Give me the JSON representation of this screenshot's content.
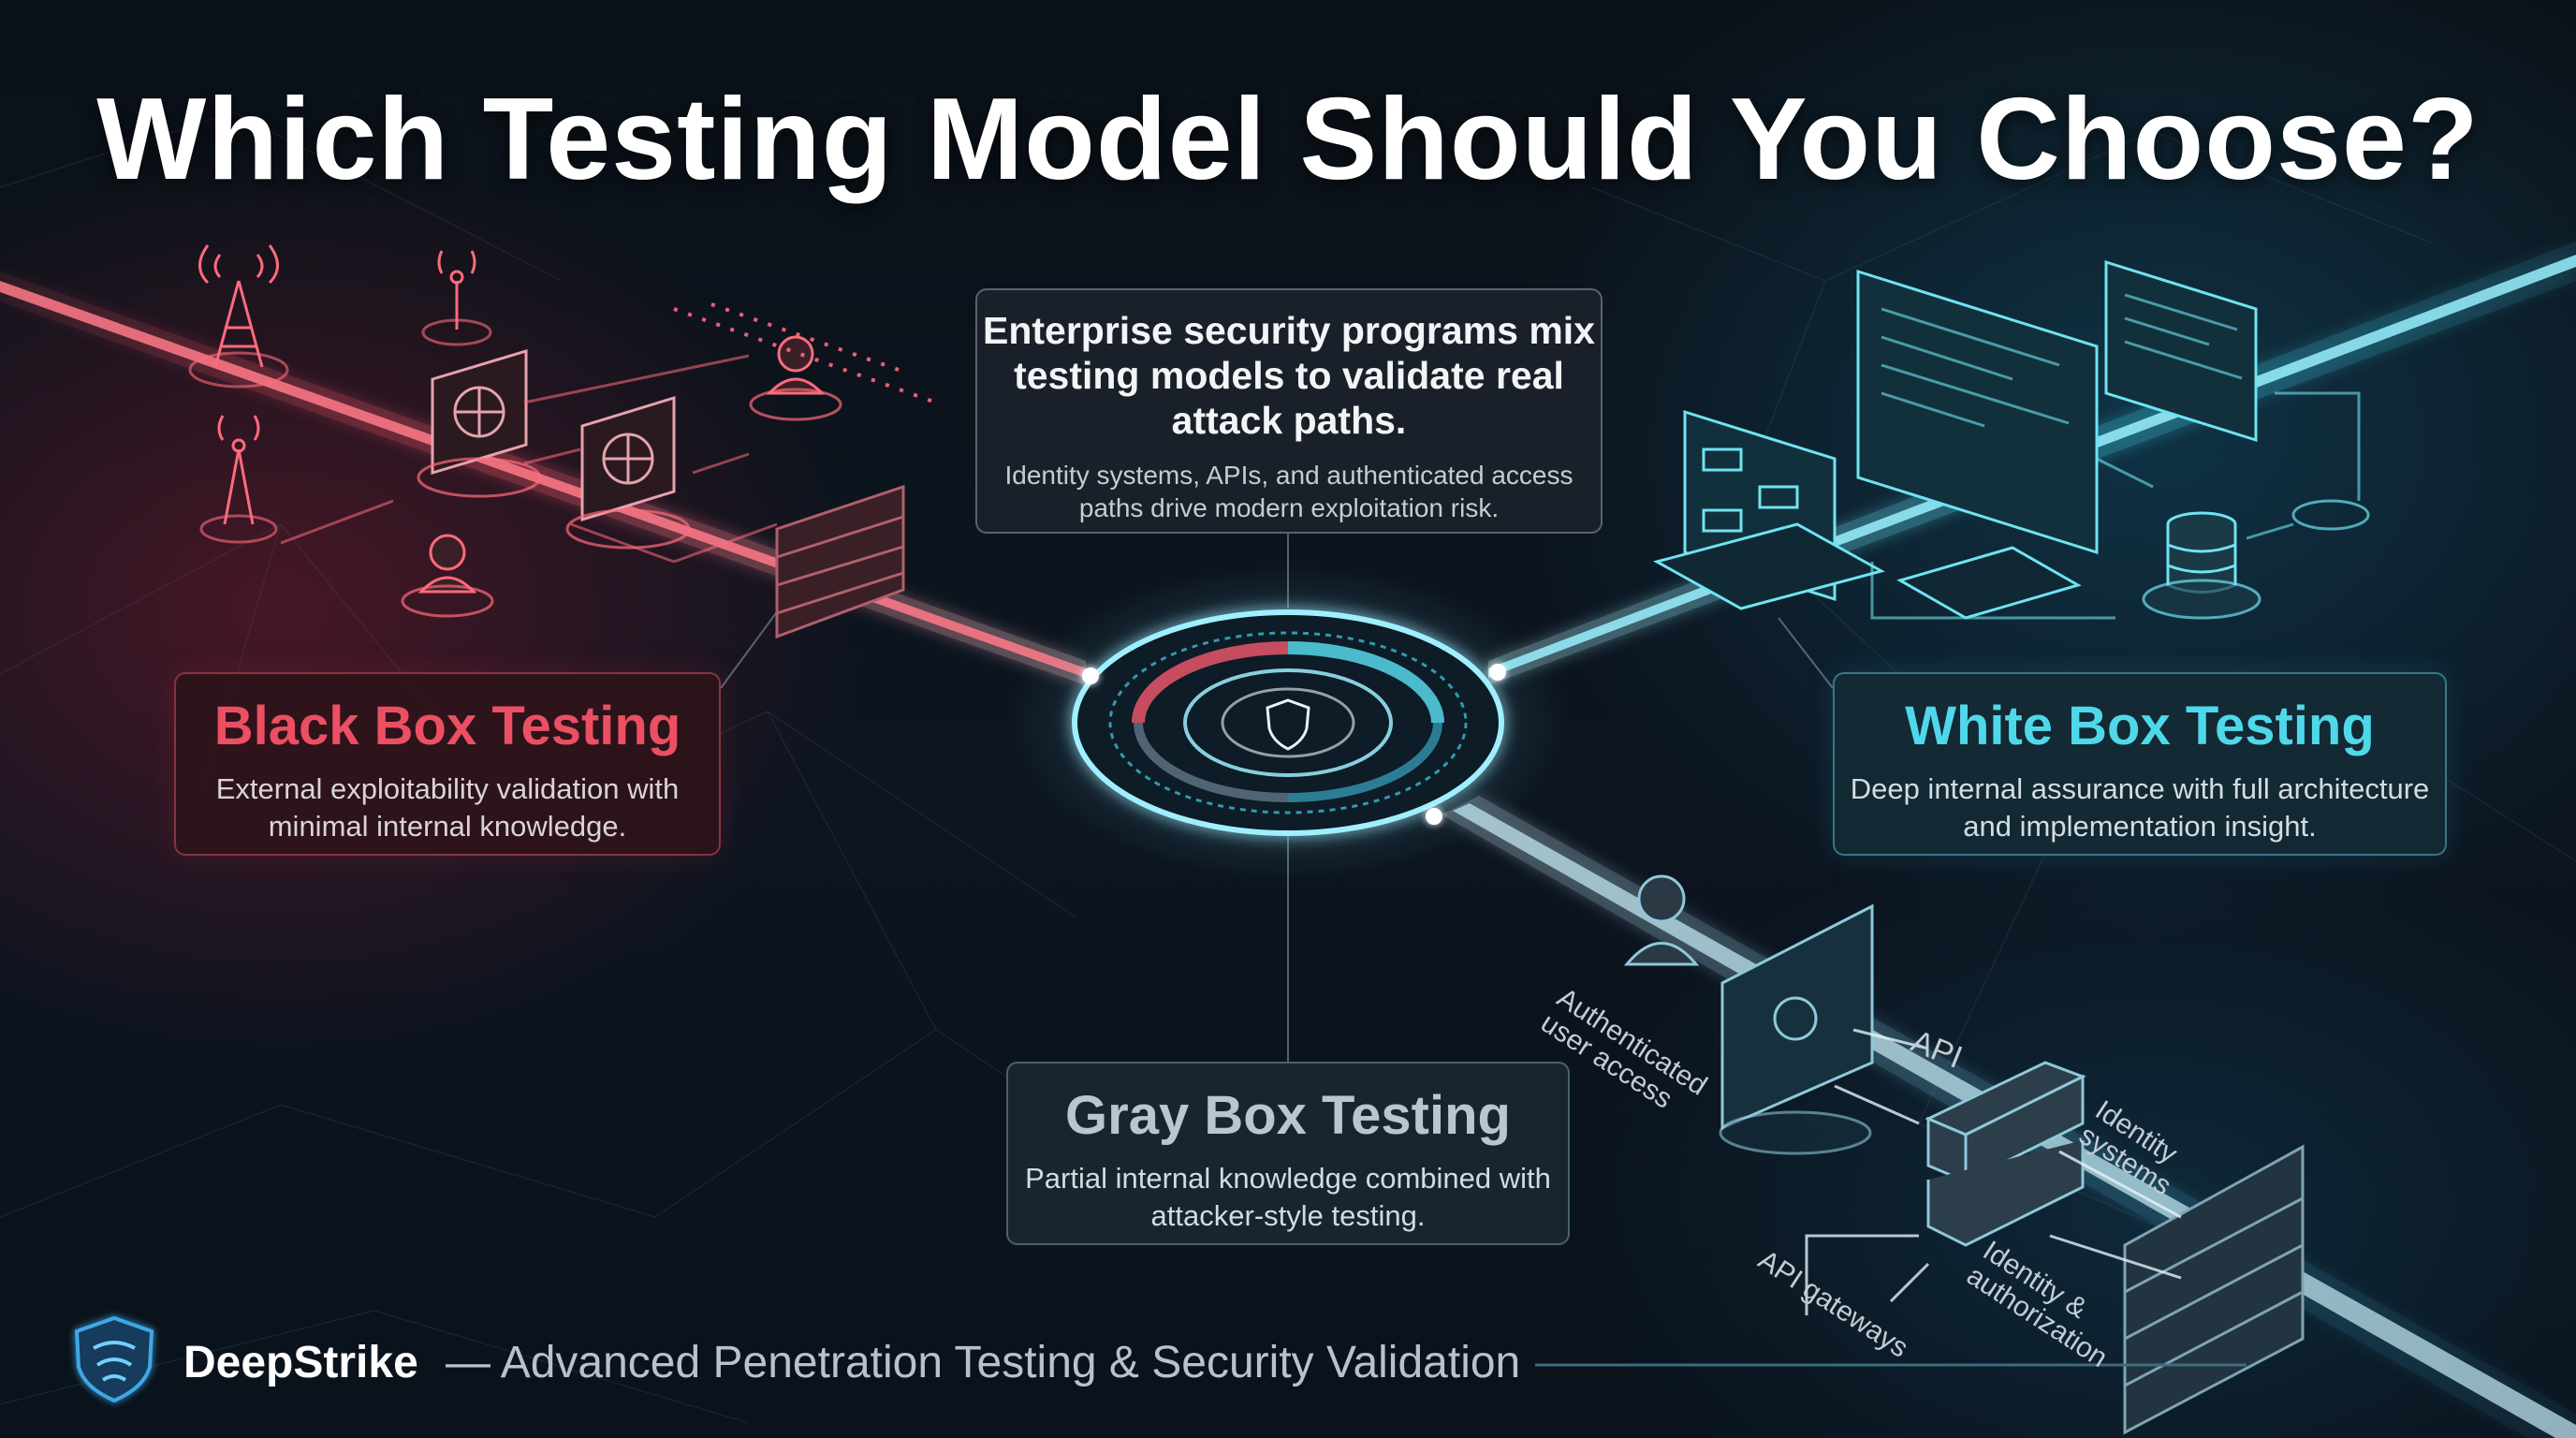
{
  "title": "Which Testing Model Should You Choose?",
  "center_card": {
    "heading": "Enterprise security programs mix testing models to validate real attack paths.",
    "body": "Identity systems, APIs, and authenticated access paths drive modern exploitation risk."
  },
  "black_box": {
    "heading": "Black Box Testing",
    "body": "External exploitability validation with minimal internal knowledge."
  },
  "white_box": {
    "heading": "White Box Testing",
    "body": "Deep internal assurance with full architecture and implementation insight."
  },
  "gray_box": {
    "heading": "Gray Box Testing",
    "body": "Partial internal knowledge combined with attacker-style testing."
  },
  "gray_labels": {
    "authenticated": "Authenticated user access",
    "api": "API",
    "identity_systems": "Identity systems",
    "api_gateways": "API gateways",
    "identity_authorization": "Identity & authorization"
  },
  "footer": {
    "brand": "DeepStrike",
    "tagline": "— Advanced Penetration Testing & Security Validation"
  },
  "colors": {
    "black_accent": "#ec4f63",
    "white_accent": "#4fd8ea",
    "gray_accent": "#b9c6cf",
    "background": "#0b1118"
  }
}
